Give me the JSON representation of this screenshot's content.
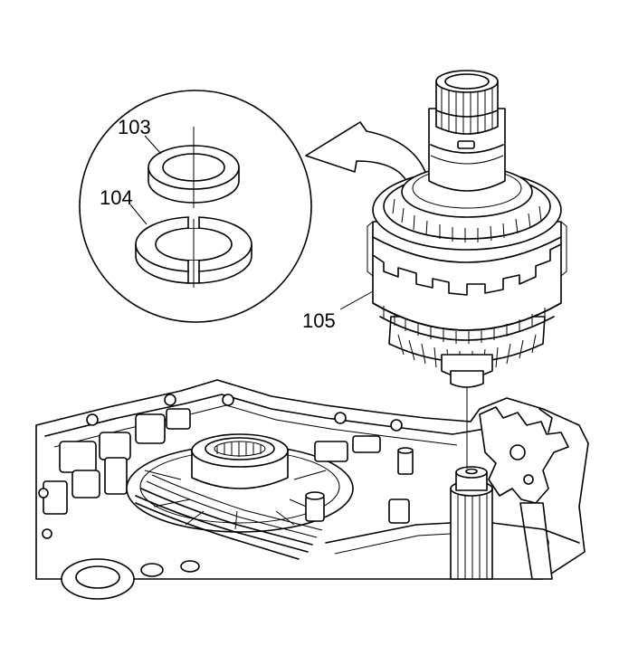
{
  "callouts": {
    "c103": "103",
    "c104": "104",
    "c105": "105"
  },
  "colors": {
    "line": "#000000",
    "background": "#ffffff"
  }
}
